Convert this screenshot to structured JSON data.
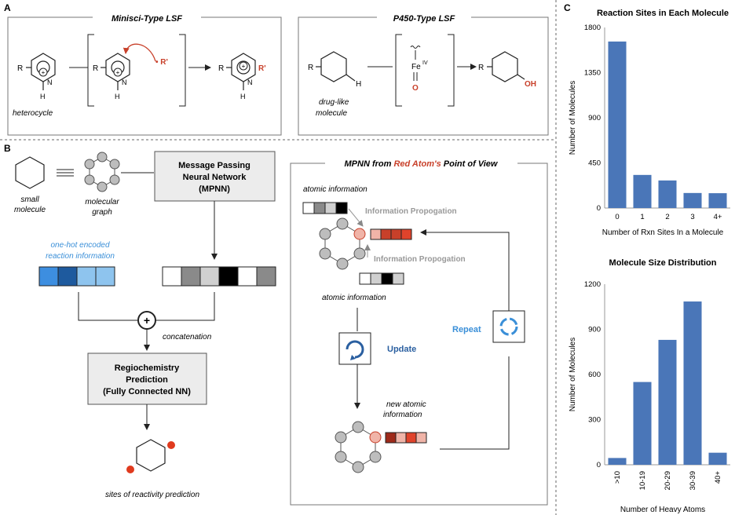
{
  "panel_a": {
    "label": "A",
    "minisci": {
      "title": "Minisci-Type LSF",
      "reactant_r": "R",
      "product_r": "R",
      "intermediate_r": "R",
      "n_label": "N",
      "h_label": "H",
      "radical": "• R'",
      "product_rprime": "R'",
      "caption": "heterocycle"
    },
    "p450": {
      "title": "P450-Type LSF",
      "reactant_r": "R",
      "reactant_h": "H",
      "fe": "Fe",
      "fe_sup": "IV",
      "oxo": "O",
      "product_r": "R",
      "oh": "OH",
      "caption_line1": "drug-like",
      "caption_line2": "molecule"
    }
  },
  "panel_b": {
    "label": "B",
    "small_molecule_1": "small",
    "small_molecule_2": "molecule",
    "molecular_graph_1": "molecular",
    "molecular_graph_2": "graph",
    "mpnn_1": "Message Passing",
    "mpnn_2": "Neural Network",
    "mpnn_3": "(MPNN)",
    "onehot_1": "one-hot encoded",
    "onehot_2": "reaction information",
    "concatenation": "concatenation",
    "regio_1": "Regiochemistry",
    "regio_2": "Prediction",
    "regio_3": "(Fully Connected NN)",
    "sites": "sites of reactivity prediction",
    "pov_title_pre": "MPNN from ",
    "pov_title_red": "Red Atom's",
    "pov_title_post": " Point of View",
    "atomic_info_top": "atomic information",
    "info_prop_1": "Information Propogation",
    "info_prop_2": "Information Propogation",
    "atomic_info_bottom": "atomic information",
    "update": "Update",
    "repeat": "Repeat",
    "new_atomic_1": "new atomic",
    "new_atomic_2": "information"
  },
  "panel_c": {
    "label": "C"
  },
  "colors": {
    "bar": "#4a76b8",
    "red": "#c8402a",
    "blue_text": "#3a8fd8",
    "update_blue": "#2a5fa0"
  },
  "chart_data": [
    {
      "type": "bar",
      "title": "Reaction Sites in Each Molecule",
      "xlabel": "Number of Rxn Sites In a Molecule",
      "ylabel": "Number of Molecules",
      "categories": [
        "0",
        "1",
        "2",
        "3",
        "4+"
      ],
      "values": [
        1660,
        330,
        275,
        150,
        148
      ],
      "ylim": [
        0,
        1800
      ],
      "yticks": [
        "0",
        "450",
        "900",
        "1350",
        "1800"
      ],
      "ytick_values": [
        0,
        450,
        900,
        1350,
        1800
      ]
    },
    {
      "type": "bar",
      "title": "Molecule Size Distribution",
      "xlabel": "Number of Heavy Atoms",
      "ylabel": "Number of Molecules",
      "categories": [
        ">10",
        "10-19",
        "20-29",
        "30-39",
        "40+"
      ],
      "values": [
        45,
        550,
        830,
        1085,
        80
      ],
      "ylim": [
        0,
        1200
      ],
      "yticks": [
        "0",
        "300",
        "600",
        "900",
        "1200"
      ],
      "ytick_values": [
        0,
        300,
        600,
        900,
        1200
      ]
    }
  ]
}
